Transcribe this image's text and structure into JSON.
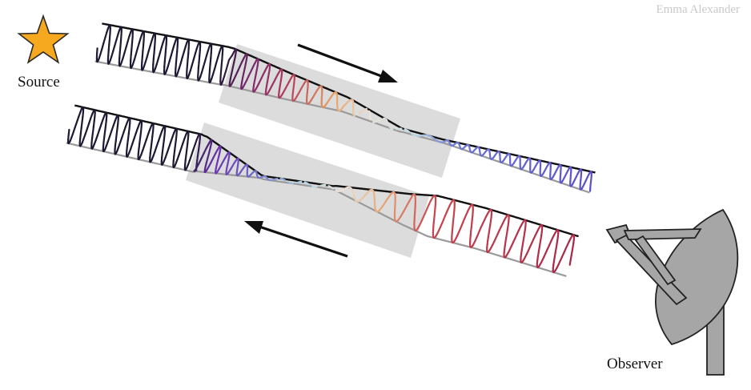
{
  "credit": "Emma Alexander",
  "labels": {
    "source": "Source",
    "observer": "Observer"
  },
  "colors": {
    "star": "#f6a81e",
    "star_stroke": "#2a2a2a",
    "panel": "#d9d9d9",
    "arrow": "#111111",
    "observer": "#a6a6a6",
    "observer_stroke": "#222222",
    "rail": "#9a9a9a",
    "rail_dark": "#111111"
  },
  "icons": {
    "source": "star-icon",
    "observer": "radio-dish-icon"
  }
}
